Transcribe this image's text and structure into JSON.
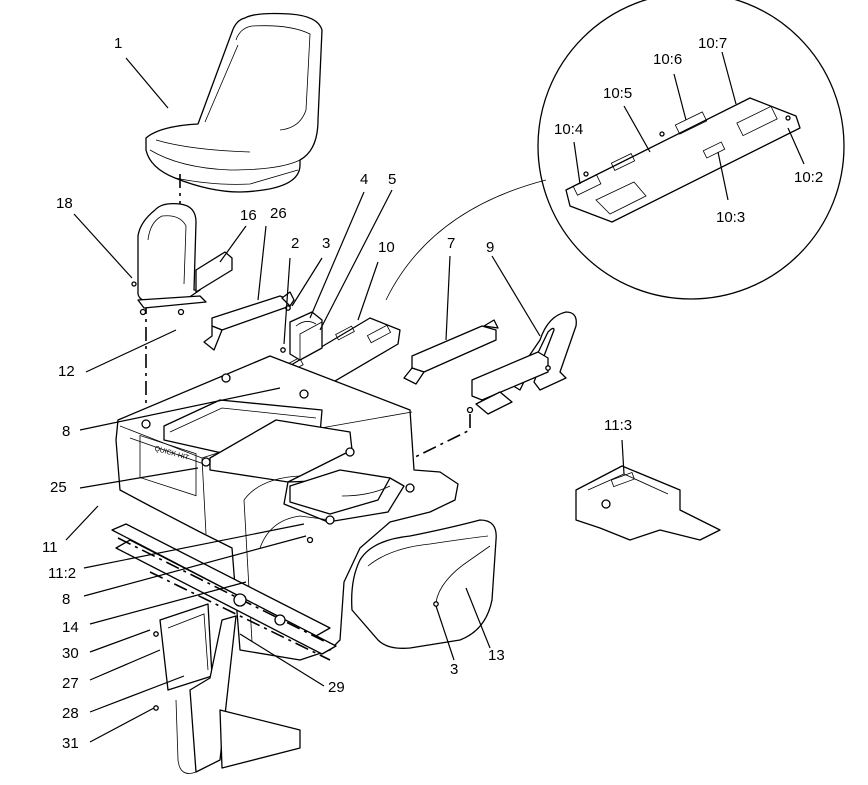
{
  "seat_decal": "QUICK HIT",
  "callouts": [
    {
      "id": "c1",
      "text": "1"
    },
    {
      "id": "c2",
      "text": "2"
    },
    {
      "id": "c3a",
      "text": "3"
    },
    {
      "id": "c3b",
      "text": "3"
    },
    {
      "id": "c4",
      "text": "4"
    },
    {
      "id": "c5",
      "text": "5"
    },
    {
      "id": "c7",
      "text": "7"
    },
    {
      "id": "c8a",
      "text": "8"
    },
    {
      "id": "c8b",
      "text": "8"
    },
    {
      "id": "c9",
      "text": "9"
    },
    {
      "id": "c10",
      "text": "10"
    },
    {
      "id": "c10_2",
      "text": "10:2"
    },
    {
      "id": "c10_3",
      "text": "10:3"
    },
    {
      "id": "c10_4",
      "text": "10:4"
    },
    {
      "id": "c10_5",
      "text": "10:5"
    },
    {
      "id": "c10_6",
      "text": "10:6"
    },
    {
      "id": "c10_7",
      "text": "10:7"
    },
    {
      "id": "c11",
      "text": "11"
    },
    {
      "id": "c11_2",
      "text": "11:2"
    },
    {
      "id": "c11_3",
      "text": "11:3"
    },
    {
      "id": "c12",
      "text": "12"
    },
    {
      "id": "c13",
      "text": "13"
    },
    {
      "id": "c14",
      "text": "14"
    },
    {
      "id": "c16",
      "text": "16"
    },
    {
      "id": "c18",
      "text": "18"
    },
    {
      "id": "c25",
      "text": "25"
    },
    {
      "id": "c26",
      "text": "26"
    },
    {
      "id": "c27",
      "text": "27"
    },
    {
      "id": "c28",
      "text": "28"
    },
    {
      "id": "c29",
      "text": "29"
    },
    {
      "id": "c30",
      "text": "30"
    },
    {
      "id": "c31",
      "text": "31"
    }
  ]
}
